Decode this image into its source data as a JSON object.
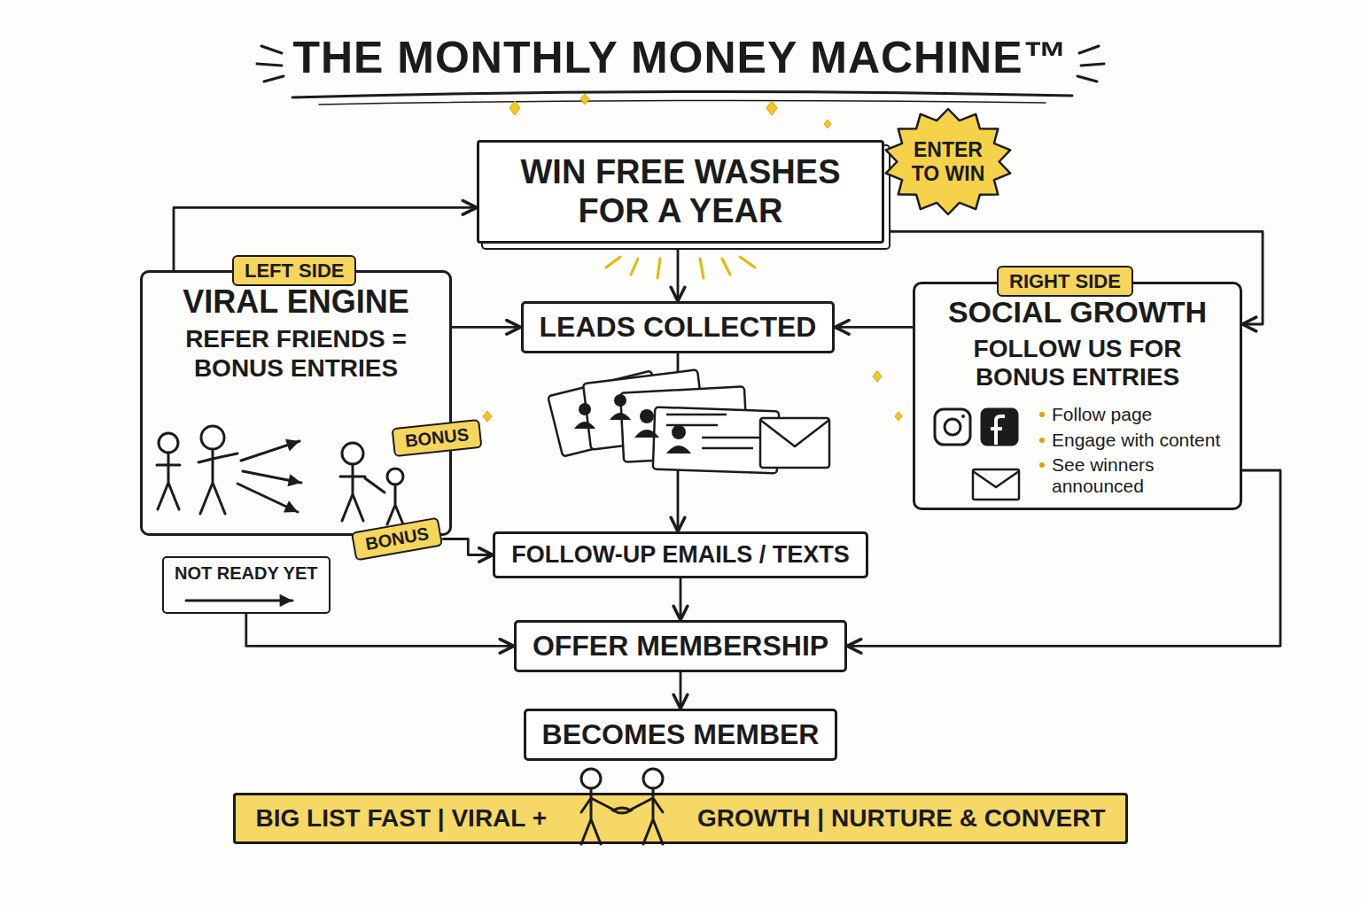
{
  "diagram": {
    "title": "THE MONTHLY MONEY MACHINE™",
    "nodes": [
      {
        "text": [
          "WIN FREE WASHES FOR A YEAR"
        ]
      },
      {
        "text": [
          "ENTER TO WIN"
        ]
      },
      {
        "text": [
          "LEFT SIDE"
        ]
      },
      {
        "text": [
          "VIRAL ENGINE",
          "REFER FRIENDS = BONUS ENTRIES"
        ]
      },
      {
        "text": [
          "BONUS"
        ],
        "in": 3
      },
      {
        "text": [
          "LEADS COLLECTED"
        ]
      },
      {
        "text": [
          "RIGHT SIDE"
        ]
      },
      {
        "text": [
          "SOCIAL GROWTH",
          "FOLLOW US FOR BONUS ENTRIES",
          "Follow page",
          "Engage with content",
          "See winners announced"
        ]
      },
      {
        "text": [
          "BONUS"
        ]
      },
      {
        "text": [
          "NOT READY YET"
        ]
      },
      {
        "text": [
          "FOLLOW-UP EMAILS / TEXTS"
        ]
      },
      {
        "text": [
          "OFFER MEMBERSHIP"
        ]
      },
      {
        "text": [
          "BECOMES MEMBER"
        ]
      },
      {
        "text": [
          "BIG LIST FAST | VIRAL +",
          "GROWTH | NURTURE & CONVERT"
        ]
      }
    ],
    "edges": [
      {
        "from": 0,
        "to": 5,
        "arrow": "to"
      },
      {
        "from": 3,
        "to": 5,
        "arrow": "to"
      },
      {
        "from": 7,
        "to": 5,
        "arrow": "to"
      },
      {
        "from": 5,
        "to": 10,
        "arrow": "to"
      },
      {
        "from": 10,
        "to": 11,
        "arrow": "to"
      },
      {
        "from": 11,
        "to": 12,
        "arrow": "to"
      },
      {
        "from": 3,
        "to": 0,
        "arrow": "to"
      },
      {
        "from": 0,
        "to": 7,
        "arrow": "to"
      },
      {
        "from": 8,
        "to": 10,
        "arrow": "to"
      },
      {
        "from": 9,
        "to": 11,
        "arrow": "to"
      },
      {
        "from": 7,
        "to": 11,
        "arrow": "to"
      }
    ]
  }
}
